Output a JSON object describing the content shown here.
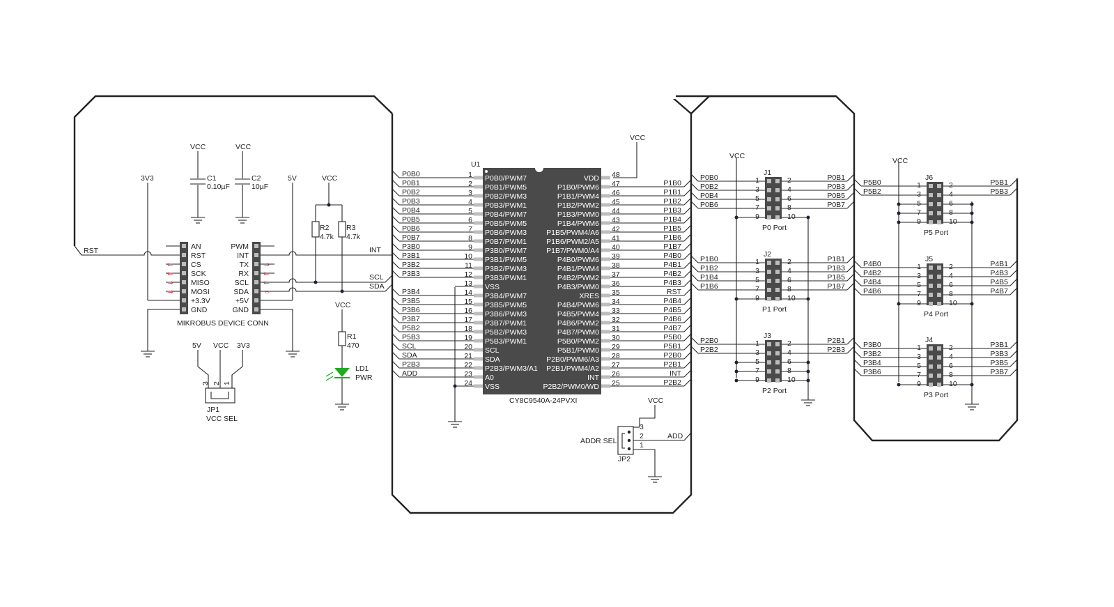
{
  "power": {
    "vcc": "VCC",
    "v3v3": "3V3",
    "v5": "5V"
  },
  "caps": {
    "c1_ref": "C1",
    "c1_val": "0.10µF",
    "c2_ref": "C2",
    "c2_val": "10µF"
  },
  "resistors": {
    "r1_ref": "R1",
    "r1_val": "470",
    "r2_ref": "R2",
    "r2_val": "4.7k",
    "r3_ref": "R3",
    "r3_val": "4.7k"
  },
  "led": {
    "ref": "LD1",
    "label": "PWR"
  },
  "mikrobus": {
    "title": "MIKROBUS DEVICE CONN",
    "left": [
      "AN",
      "RST",
      "CS",
      "SCK",
      "MISO",
      "MOSI",
      "+3.3V",
      "GND"
    ],
    "right": [
      "PWM",
      "INT",
      "TX",
      "RX",
      "SCL",
      "SDA",
      "+5V",
      "GND"
    ]
  },
  "jp1": {
    "ref": "JP1",
    "label": "VCC SEL",
    "pins": [
      "3",
      "2",
      "1"
    ]
  },
  "jp2": {
    "ref": "JP2",
    "label": "ADDR SEL",
    "pins": [
      "3",
      "2",
      "1"
    ]
  },
  "nets": {
    "rst": "RST",
    "int": "INT",
    "scl": "SCL",
    "sda": "SDA",
    "add": "ADD"
  },
  "u1": {
    "ref": "U1",
    "part": "CY8C9540A-24PVXI",
    "left": [
      {
        "n": "1",
        "name": "P0B0/PWM7",
        "net": "P0B0"
      },
      {
        "n": "2",
        "name": "P0B1/PWM5",
        "net": "P0B1"
      },
      {
        "n": "3",
        "name": "P0B2/PWM3",
        "net": "P0B2"
      },
      {
        "n": "4",
        "name": "P0B3/PWM1",
        "net": "P0B3"
      },
      {
        "n": "5",
        "name": "P0B4/PWM7",
        "net": "P0B4"
      },
      {
        "n": "6",
        "name": "P0B5/PWM5",
        "net": "P0B5"
      },
      {
        "n": "7",
        "name": "P0B6/PWM3",
        "net": "P0B6"
      },
      {
        "n": "8",
        "name": "P0B7/PWM1",
        "net": "P0B7"
      },
      {
        "n": "9",
        "name": "P3B0/PWM7",
        "net": "P3B0"
      },
      {
        "n": "10",
        "name": "P3B1/PWM5",
        "net": "P3B1"
      },
      {
        "n": "11",
        "name": "P3B2/PWM3",
        "net": "P3B2"
      },
      {
        "n": "12",
        "name": "P3B3/PWM1",
        "net": "P3B3"
      },
      {
        "n": "13",
        "name": "VSS",
        "net": ""
      },
      {
        "n": "14",
        "name": "P3B4/PWM7",
        "net": "P3B4"
      },
      {
        "n": "15",
        "name": "P3B5/PWM5",
        "net": "P3B5"
      },
      {
        "n": "16",
        "name": "P3B6/PWM3",
        "net": "P3B6"
      },
      {
        "n": "17",
        "name": "P3B7/PWM1",
        "net": "P3B7"
      },
      {
        "n": "18",
        "name": "P5B2/PWM3",
        "net": "P5B2"
      },
      {
        "n": "19",
        "name": "P5B3/PWM1",
        "net": "P5B3"
      },
      {
        "n": "20",
        "name": "SCL",
        "net": "SCL"
      },
      {
        "n": "21",
        "name": "SDA",
        "net": "SDA"
      },
      {
        "n": "22",
        "name": "P2B3/PWM3/A1",
        "net": "P2B3"
      },
      {
        "n": "23",
        "name": "A0",
        "net": "ADD"
      },
      {
        "n": "24",
        "name": "VSS",
        "net": ""
      }
    ],
    "right": [
      {
        "n": "48",
        "name": "VDD",
        "net": ""
      },
      {
        "n": "47",
        "name": "P1B0/PWM6",
        "net": "P1B0"
      },
      {
        "n": "46",
        "name": "P1B1/PWM4",
        "net": "P1B1"
      },
      {
        "n": "45",
        "name": "P1B2/PWM2",
        "net": "P1B2"
      },
      {
        "n": "44",
        "name": "P1B3/PWM0",
        "net": "P1B3"
      },
      {
        "n": "43",
        "name": "P1B4/PWM6",
        "net": "P1B4"
      },
      {
        "n": "42",
        "name": "P1B5/PWM4/A6",
        "net": "P1B5"
      },
      {
        "n": "41",
        "name": "P1B6/PWM2/A5",
        "net": "P1B6"
      },
      {
        "n": "40",
        "name": "P1B7/PWM0/A4",
        "net": "P1B7"
      },
      {
        "n": "39",
        "name": "P4B0/PWM6",
        "net": "P4B0"
      },
      {
        "n": "38",
        "name": "P4B1/PWM4",
        "net": "P4B1"
      },
      {
        "n": "37",
        "name": "P4B2/PWM2",
        "net": "P4B2"
      },
      {
        "n": "36",
        "name": "P4B3/PWM0",
        "net": "P4B3"
      },
      {
        "n": "35",
        "name": "XRES",
        "net": "RST"
      },
      {
        "n": "34",
        "name": "P4B4/PWM6",
        "net": "P4B4"
      },
      {
        "n": "33",
        "name": "P4B5/PWM4",
        "net": "P4B5"
      },
      {
        "n": "32",
        "name": "P4B6/PWM2",
        "net": "P4B6"
      },
      {
        "n": "31",
        "name": "P4B7/PWM0",
        "net": "P4B7"
      },
      {
        "n": "30",
        "name": "P5B0/PWM2",
        "net": "P5B0"
      },
      {
        "n": "29",
        "name": "P5B1/PWM0",
        "net": "P5B1"
      },
      {
        "n": "28",
        "name": "P2B0/PWM6/A3",
        "net": "P2B0"
      },
      {
        "n": "27",
        "name": "P2B1/PWM4/A2",
        "net": "P2B1"
      },
      {
        "n": "26",
        "name": "INT",
        "net": "INT"
      },
      {
        "n": "25",
        "name": "P2B2/PWM0/WD",
        "net": "P2B2"
      }
    ]
  },
  "headers": [
    {
      "ref": "J1",
      "port": "P0 Port",
      "left": [
        "P0B0",
        "P0B2",
        "P0B4",
        "P0B6"
      ],
      "right": [
        "P0B1",
        "P0B3",
        "P0B5",
        "P0B7"
      ]
    },
    {
      "ref": "J2",
      "port": "P1 Port",
      "left": [
        "P1B0",
        "P1B2",
        "P1B4",
        "P1B6"
      ],
      "right": [
        "P1B1",
        "P1B3",
        "P1B5",
        "P1B7"
      ]
    },
    {
      "ref": "J3",
      "port": "P2 Port",
      "left": [
        "P2B0",
        "P2B2",
        "",
        ""
      ],
      "right": [
        "P2B1",
        "P2B3",
        "",
        ""
      ]
    },
    {
      "ref": "J6",
      "port": "P5 Port",
      "left": [
        "P5B0",
        "P5B2",
        "",
        ""
      ],
      "right": [
        "P5B1",
        "P5B3",
        "",
        ""
      ]
    },
    {
      "ref": "J5",
      "port": "P4 Port",
      "left": [
        "P4B0",
        "P4B2",
        "P4B4",
        "P4B6"
      ],
      "right": [
        "P4B1",
        "P4B3",
        "P4B5",
        "P4B7"
      ]
    },
    {
      "ref": "J4",
      "port": "P3 Port",
      "left": [
        "P3B0",
        "P3B2",
        "P3B4",
        "P3B6"
      ],
      "right": [
        "P3B1",
        "P3B3",
        "P3B5",
        "P3B7"
      ]
    }
  ],
  "header_pins": {
    "odd": [
      "1",
      "3",
      "5",
      "7",
      "9"
    ],
    "even": [
      "2",
      "4",
      "6",
      "8",
      "10"
    ]
  }
}
